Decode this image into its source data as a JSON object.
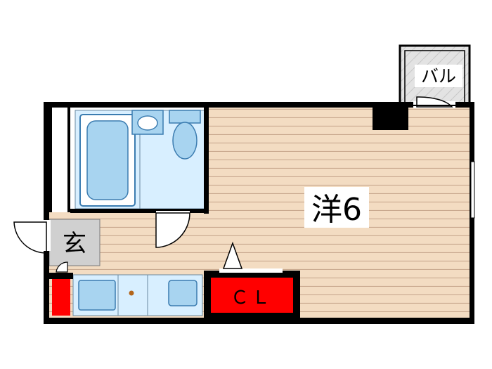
{
  "floorplan": {
    "rooms": {
      "main": {
        "label": "洋6"
      },
      "entrance": {
        "label": "玄"
      },
      "balcony": {
        "label": "バル"
      },
      "closet": {
        "label": "ＣＬ"
      }
    },
    "colors": {
      "wall": "#000000",
      "floor_wood": "#f3dcc2",
      "floor_stripe": "#c9a98f",
      "bath_fill": "#d8efff",
      "fixture_fill": "#a8d4f0",
      "closet_red": "#ff0000",
      "entrance_gray": "#d0d0d0",
      "balcony_gray": "#d8d8d8"
    }
  }
}
